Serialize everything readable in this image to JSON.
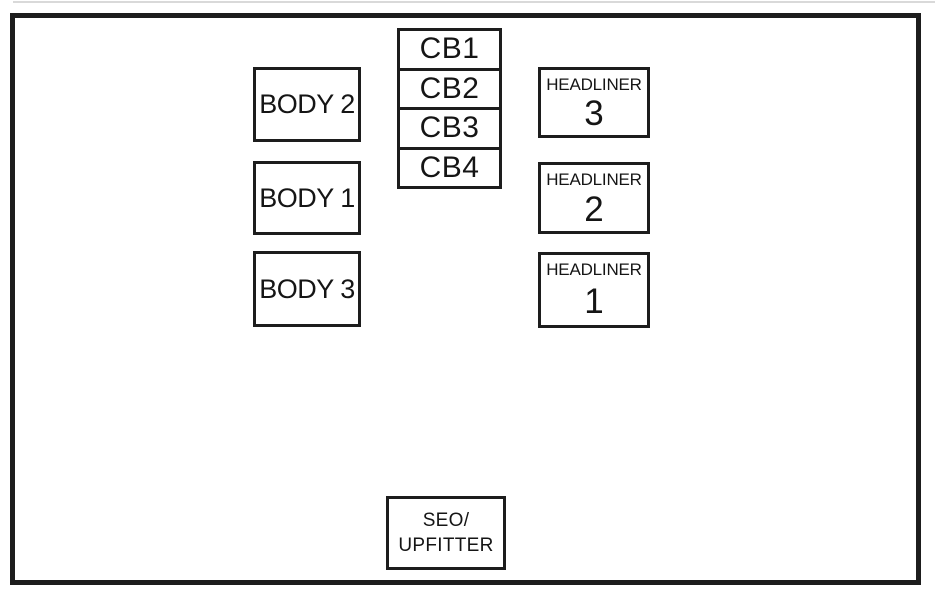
{
  "colors": {
    "background": "#ffffff",
    "line": "#1d1d1d",
    "text": "#151515",
    "artifact_line": "#d9d9d9"
  },
  "fuse_panel": {
    "body_fuses": [
      {
        "label": "BODY 2"
      },
      {
        "label": "BODY 1"
      },
      {
        "label": "BODY 3"
      }
    ],
    "circuit_breakers": [
      {
        "label": "CB1"
      },
      {
        "label": "CB2"
      },
      {
        "label": "CB3"
      },
      {
        "label": "CB4"
      }
    ],
    "headliner_fuses": [
      {
        "title": "HEADLINER",
        "number": "3"
      },
      {
        "title": "HEADLINER",
        "number": "2"
      },
      {
        "title": "HEADLINER",
        "number": "1"
      }
    ],
    "seo_upfitter": {
      "line1": "SEO/",
      "line2": "UPFITTER"
    }
  }
}
